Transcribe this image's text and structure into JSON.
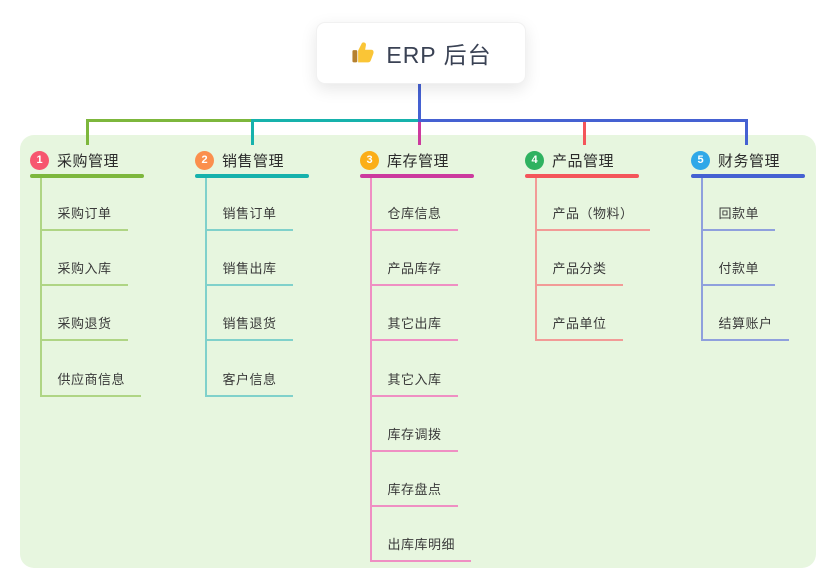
{
  "root": {
    "label": "ERP 后台",
    "icon": "thumbs-up",
    "line_color": "#4561D2"
  },
  "canvas": {
    "background": "#ffffff",
    "panel_background": "#E7F6DF"
  },
  "branches": [
    {
      "index": "1",
      "label": "采购管理",
      "badge_color": "#F7566F",
      "line_color": "#7DB73C",
      "child_line_color": "#AFD584",
      "children": [
        "采购订单",
        "采购入库",
        "采购退货",
        "供应商信息"
      ]
    },
    {
      "index": "2",
      "label": "销售管理",
      "badge_color": "#FB8F4D",
      "line_color": "#16B2AC",
      "child_line_color": "#80D1CB",
      "children": [
        "销售订单",
        "销售出库",
        "销售退货",
        "客户信息"
      ]
    },
    {
      "index": "3",
      "label": "库存管理",
      "badge_color": "#FBAE17",
      "line_color": "#CC3A9E",
      "child_line_color": "#EF8FC3",
      "children": [
        "仓库信息",
        "产品库存",
        "其它出库",
        "其它入库",
        "库存调拨",
        "库存盘点",
        "出库库明细"
      ]
    },
    {
      "index": "4",
      "label": "产品管理",
      "badge_color": "#2FB260",
      "line_color": "#F4555A",
      "child_line_color": "#F29B97",
      "children": [
        "产品（物料）",
        "产品分类",
        "产品单位"
      ]
    },
    {
      "index": "5",
      "label": "财务管理",
      "badge_color": "#2FA8E8",
      "line_color": "#4561D2",
      "child_line_color": "#8FA0DD",
      "children": [
        "回款单",
        "付款单",
        "结算账户"
      ]
    }
  ]
}
